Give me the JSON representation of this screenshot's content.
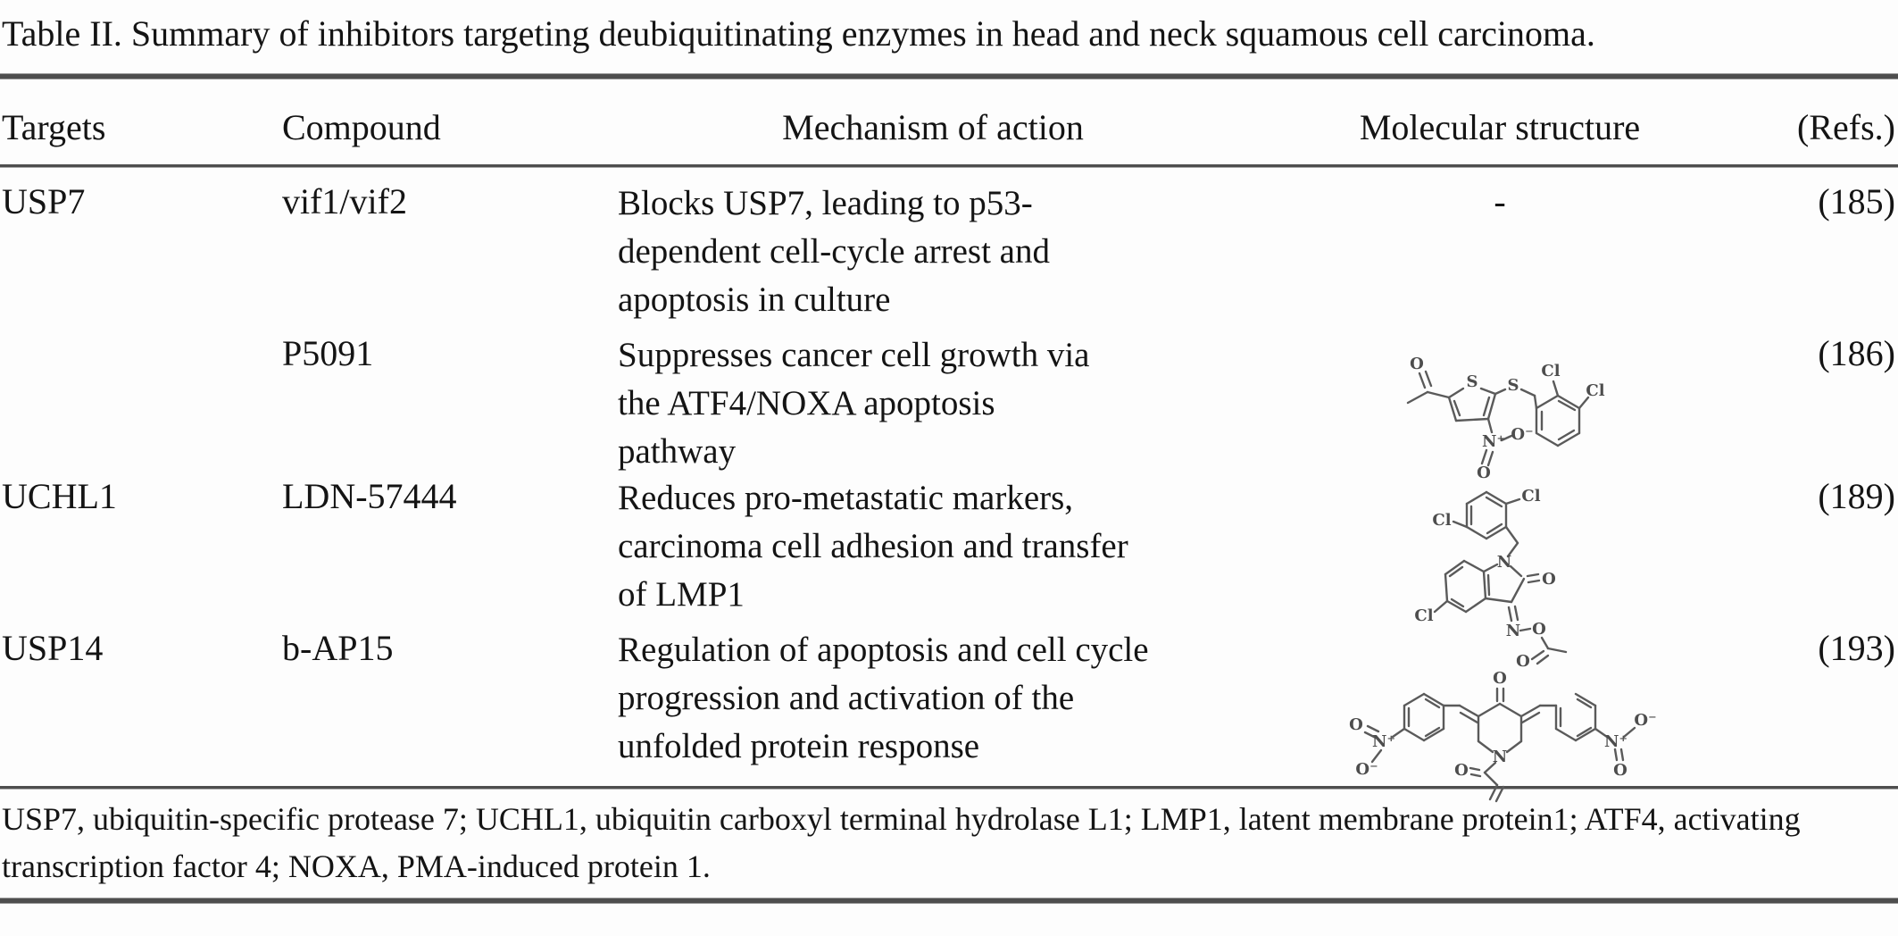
{
  "title": "Table II. Summary of inhibitors targeting deubiquitinating enzymes in head and neck squamous cell carcinoma.",
  "table": {
    "headers": [
      "Targets",
      "Compound",
      "Mechanism of action",
      "Molecular structure",
      "(Refs.)"
    ],
    "rows": [
      {
        "target": "USP7",
        "compound": "vif1/vif2",
        "mechanism": "Blocks USP7, leading to p53-\ndependent cell-cycle arrest and\napoptosis in culture",
        "structure": "-",
        "refs": "(185)"
      },
      {
        "target": "",
        "compound": "P5091",
        "mechanism": "Suppresses cancer cell growth via\nthe ATF4/NOXA apoptosis\npathway",
        "structure_name": "p5091-structure-drawing",
        "refs": "(186)"
      },
      {
        "target": "UCHL1",
        "compound": "LDN-57444",
        "mechanism": "Reduces pro-metastatic markers,\ncarcinoma cell adhesion and transfer\nof LMP1",
        "structure_name": "ldn-57444-structure-drawing",
        "refs": "(189)"
      },
      {
        "target": "USP14",
        "compound": "b-AP15",
        "mechanism": "Regulation of apoptosis and cell cycle\nprogression and activation of the\nunfolded protein response",
        "structure_name": "b-ap15-structure-drawing",
        "refs": "(193)"
      }
    ]
  },
  "structures": {
    "p5091_atoms": [
      "O",
      "S",
      "S",
      "Cl",
      "Cl",
      "N⁺",
      "O⁻",
      "O"
    ],
    "ldn57444_atoms": [
      "Cl",
      "Cl",
      "N",
      "O",
      "Cl",
      "N",
      "O",
      "O"
    ],
    "bap15_atoms": [
      "O",
      "O",
      "N⁺",
      "O⁻",
      "N⁺",
      "O",
      "O⁻",
      "N",
      "O"
    ]
  },
  "footnote": "USP7, ubiquitin-specific protease 7; UCHL1, ubiquitin carboxyl terminal hydrolase L1; LMP1, latent membrane protein1; ATF4, activating\ntranscription factor 4; NOXA, PMA-induced protein 1.",
  "colors": {
    "text": "#141414",
    "rule": "#4e4e4e",
    "structure_stroke": "#5a5a5a",
    "background": "#fdfdfd"
  }
}
